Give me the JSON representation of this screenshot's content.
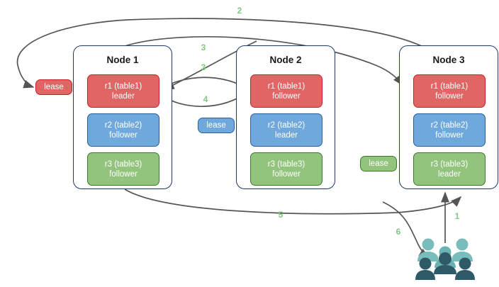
{
  "diagram": {
    "title": "",
    "colors": {
      "red": "#e06666",
      "red_border": "#cc2020",
      "blue": "#6fa8dc",
      "blue_border": "#2a6099",
      "green": "#93c47d",
      "green_border": "#3a7a2a",
      "node_border": "#1f3864",
      "edge": "#555555",
      "label": "#82c882",
      "users_light": "#79bcbc",
      "users_dark": "#2e5a68"
    }
  },
  "nodes": [
    {
      "id": "node1",
      "title": "Node 1",
      "replicas": [
        {
          "name": "r1 (table1)",
          "role": "leader",
          "color": "red"
        },
        {
          "name": "r2 (table2)",
          "role": "follower",
          "color": "blue"
        },
        {
          "name": "r3 (table3)",
          "role": "follower",
          "color": "green"
        }
      ]
    },
    {
      "id": "node2",
      "title": "Node 2",
      "replicas": [
        {
          "name": "r1 (table1)",
          "role": "follower",
          "color": "red"
        },
        {
          "name": "r2 (table2)",
          "role": "leader",
          "color": "blue"
        },
        {
          "name": "r3 (table3)",
          "role": "follower",
          "color": "green"
        }
      ]
    },
    {
      "id": "node3",
      "title": "Node 3",
      "replicas": [
        {
          "name": "r1 (table1)",
          "role": "follower",
          "color": "red"
        },
        {
          "name": "r2 (table2)",
          "role": "follower",
          "color": "blue"
        },
        {
          "name": "r3 (table3)",
          "role": "leader",
          "color": "green"
        }
      ]
    }
  ],
  "leases": [
    {
      "id": "lease-red",
      "label": "lease",
      "color": "red"
    },
    {
      "id": "lease-blue",
      "label": "lease",
      "color": "blue"
    },
    {
      "id": "lease-green",
      "label": "lease",
      "color": "green"
    }
  ],
  "edge_labels": [
    {
      "id": "label-1",
      "text": "1"
    },
    {
      "id": "label-2",
      "text": "2"
    },
    {
      "id": "label-3a",
      "text": "3"
    },
    {
      "id": "label-3b",
      "text": "3"
    },
    {
      "id": "label-4",
      "text": "4"
    },
    {
      "id": "label-5",
      "text": "5"
    },
    {
      "id": "label-6",
      "text": "6"
    }
  ],
  "users": {
    "label": "users-group"
  }
}
